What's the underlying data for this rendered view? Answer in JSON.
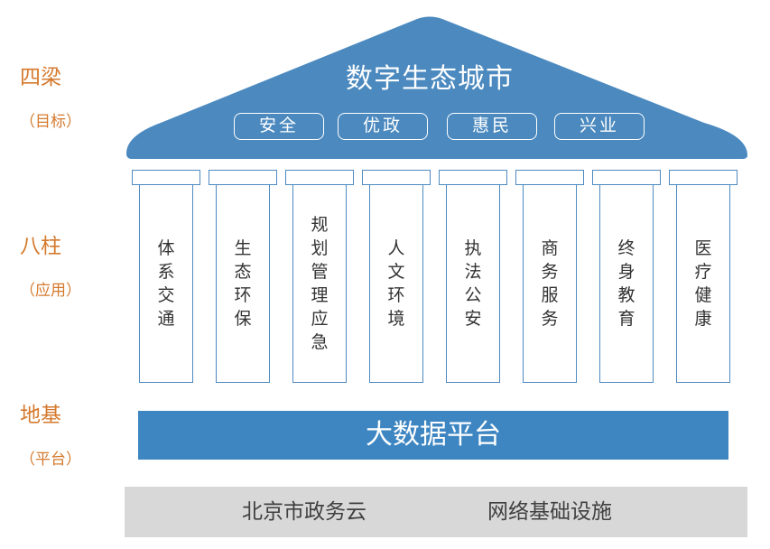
{
  "side_labels": [
    {
      "main": "四梁",
      "sub": "（目标）"
    },
    {
      "main": "八柱",
      "sub": "（应用）"
    },
    {
      "main": "地基",
      "sub": "（平台）"
    }
  ],
  "roof": {
    "title": "数字生态城市",
    "goals": [
      "安全",
      "优政",
      "惠民",
      "兴业"
    ]
  },
  "pillars": [
    "体系交通",
    "生态环保",
    "规划管理应急",
    "人文环境",
    "执法公安",
    "商务服务",
    "终身教育",
    "医疗健康"
  ],
  "platform": {
    "label": "大数据平台"
  },
  "foundation": {
    "items": [
      "北京市政务云",
      "网络基础设施"
    ]
  },
  "colors": {
    "roof_fill": "#4b89bf",
    "platform_fill": "#3e86c2",
    "pillar_border": "#4e8ac0",
    "label_color": "#d57a2e",
    "foundation_fill": "#d8d8d8"
  }
}
